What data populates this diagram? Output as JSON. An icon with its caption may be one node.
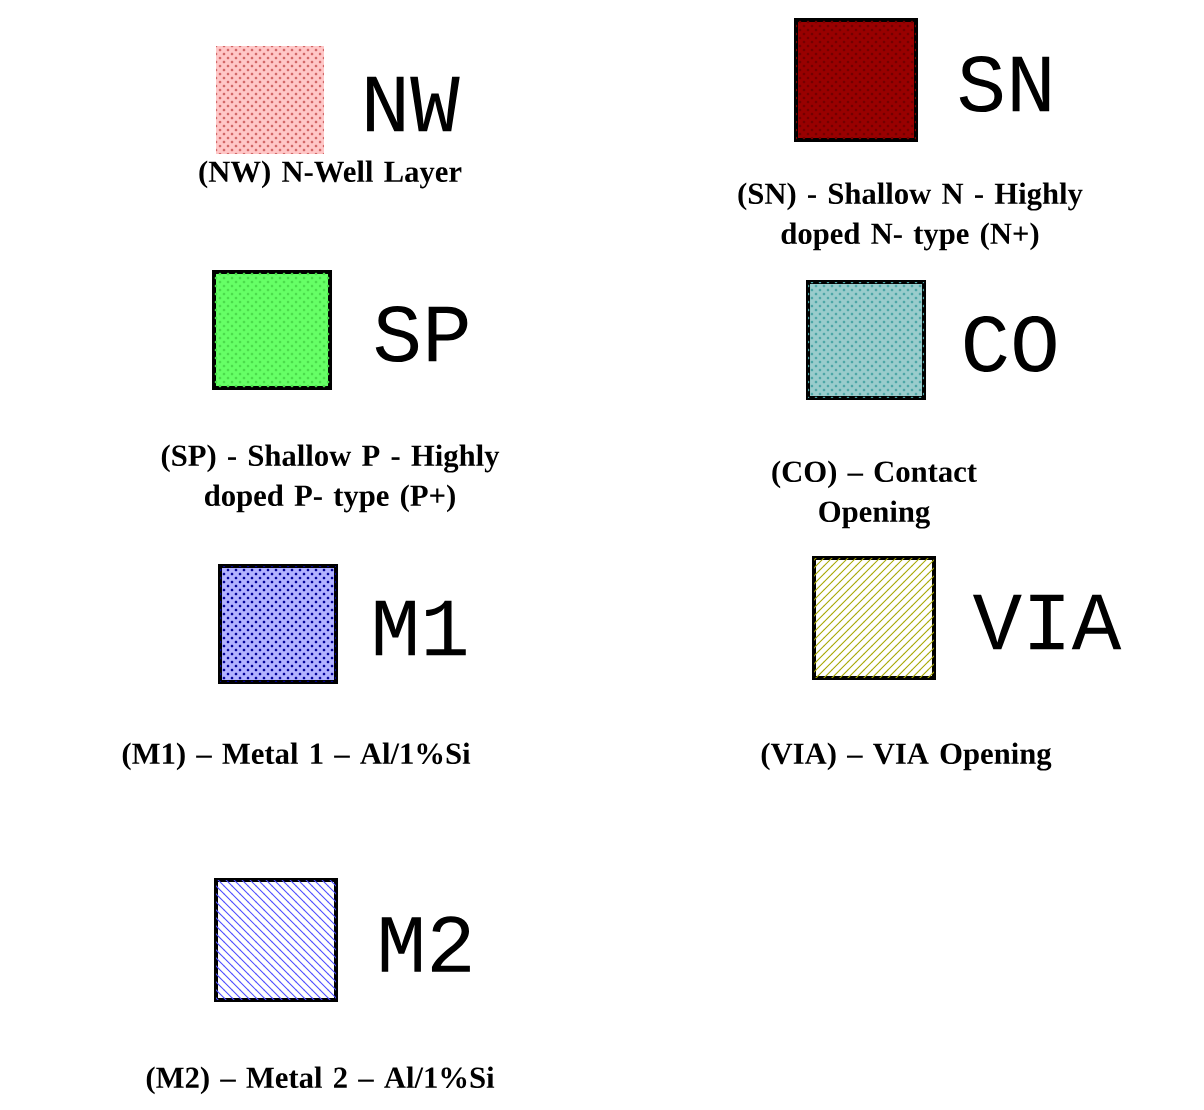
{
  "diagram": {
    "labels": [
      "NW",
      "SN",
      "SP",
      "CO",
      "M1",
      "VIA",
      "M2"
    ],
    "legend": [
      {
        "text": "(NW) N-Well Layer"
      },
      {
        "text": "(SN) - Shallow N - Highly doped N- type (N+)"
      },
      {
        "text": "(SP) - Shallow P - Highly doped P- type (P+)"
      },
      {
        "text": "(CO) – Contact Opening"
      },
      {
        "text": "(M1) – Metal 1 – Al/1%Si"
      },
      {
        "text": "(VIA) – VIA Opening"
      },
      {
        "text": "(M2) – Metal 2 – Al/1%Si"
      }
    ]
  }
}
